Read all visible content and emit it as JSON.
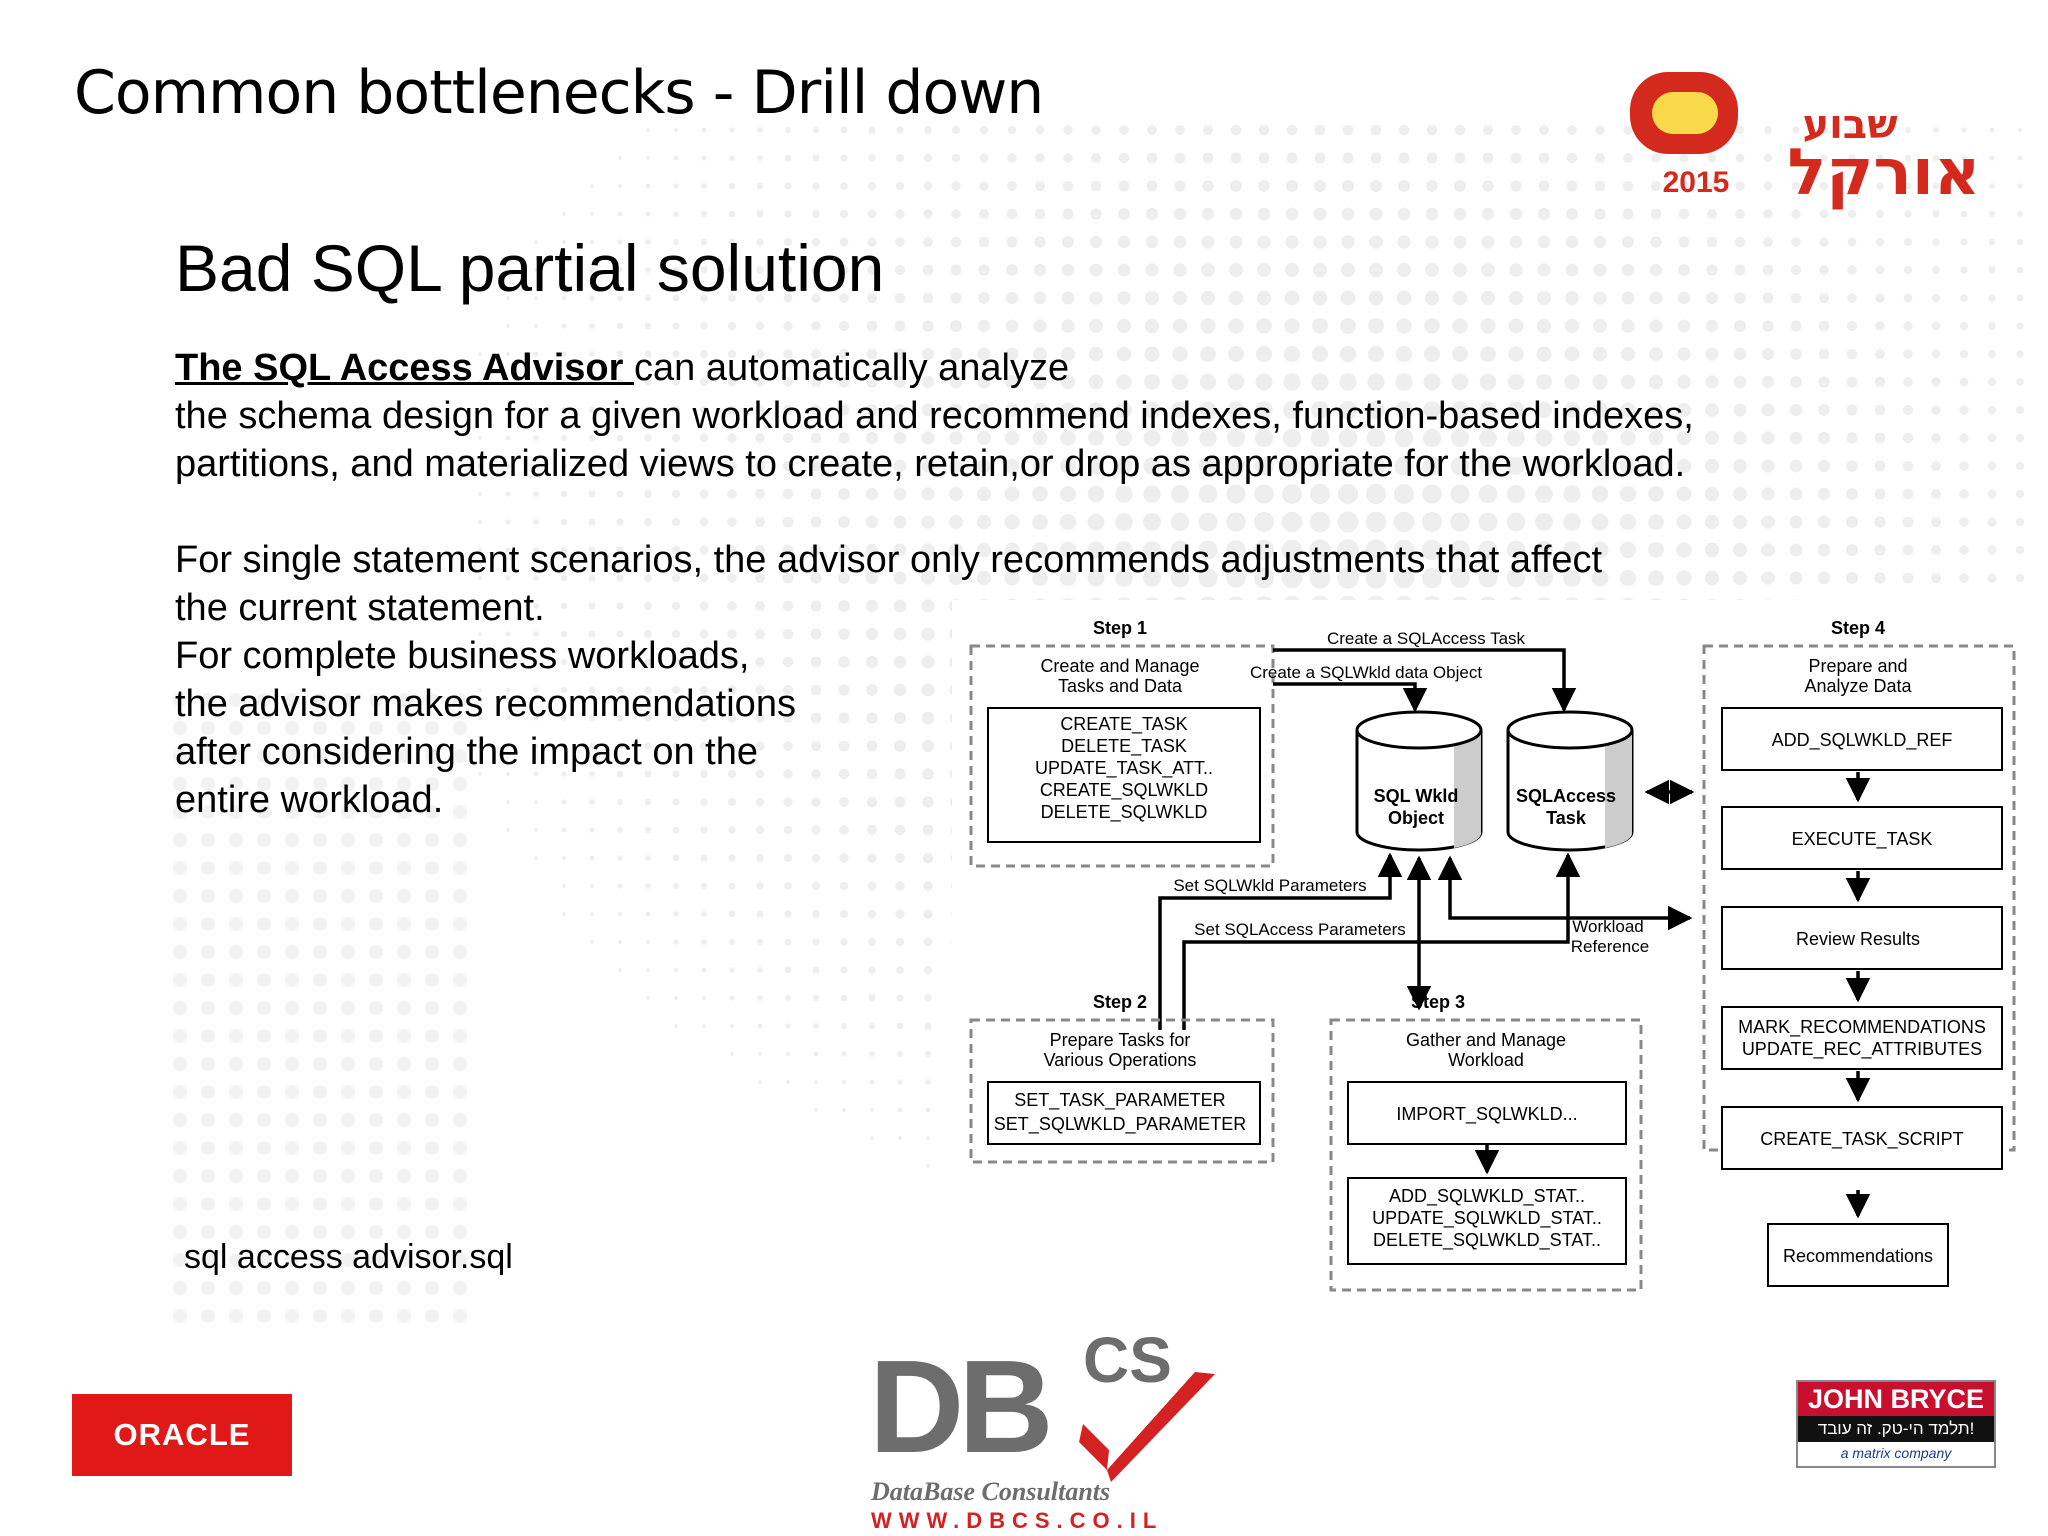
{
  "slide": {
    "title": "Common bottlenecks - Drill down",
    "subtitle": "Bad SQL partial solution",
    "paragraph1": {
      "lead": "The SQL Access Advisor ",
      "line1_rest": "can automatically analyze",
      "line2": "the schema design for a given workload and recommend indexes, function-based indexes,",
      "line3": "partitions, and materialized views to create, retain,or drop as appropriate for the workload."
    },
    "paragraph2": {
      "line1": "For single statement scenarios, the advisor only recommends adjustments that affect",
      "line2": "the current statement.",
      "line3": "For complete business workloads,",
      "line4": "the advisor makes recommendations",
      "line5": "after considering the impact on the",
      "line6": "entire workload."
    },
    "filename": "sql access advisor.sql"
  },
  "diagram": {
    "step1": {
      "label": "Step 1",
      "heading1": "Create and Manage",
      "heading2": "Tasks and Data",
      "items": [
        "CREATE_TASK",
        "DELETE_TASK",
        "UPDATE_TASK_ATT..",
        "CREATE_SQLWKLD",
        "DELETE_SQLWKLD"
      ]
    },
    "step2": {
      "label": "Step 2",
      "heading1": "Prepare Tasks for",
      "heading2": "Various Operations",
      "items": [
        "SET_TASK_PARAMETER",
        "SET_SQLWKLD_PARAMETER"
      ]
    },
    "step3": {
      "label": "Step 3",
      "heading1": "Gather and Manage",
      "heading2": "Workload",
      "box1": "IMPORT_SQLWKLD...",
      "box2": [
        "ADD_SQLWKLD_STAT..",
        "UPDATE_SQLWKLD_STAT..",
        "DELETE_SQLWKLD_STAT.."
      ]
    },
    "step4": {
      "label": "Step 4",
      "heading1": "Prepare and",
      "heading2": "Analyze Data",
      "box1": "ADD_SQLWKLD_REF",
      "box2": "EXECUTE_TASK",
      "box3": "Review Results",
      "box4": [
        "MARK_RECOMMENDATIONS",
        "UPDATE_REC_ATTRIBUTES"
      ],
      "box5": "CREATE_TASK_SCRIPT"
    },
    "recommendations": "Recommendations",
    "cyl1": [
      "SQL Wkld",
      "Object"
    ],
    "cyl2": [
      "SQLAccess",
      "Task"
    ],
    "arrows": {
      "create_task": "Create a SQLAccess Task",
      "create_obj": "Create a SQLWkld data Object",
      "set_wkld_params": "Set SQLWkld Parameters",
      "set_access_params": "Set SQLAccess Parameters",
      "workload_ref": [
        "Workload",
        "Reference"
      ]
    }
  },
  "logos": {
    "week_hebrew_top": "שבוע",
    "week_hebrew_main": "אורקל",
    "week_year": "2015",
    "oracle": "ORACLE",
    "dbcs_main": "DB",
    "dbcs_super": "CS",
    "dbcs_tagline": "DataBase Consultants",
    "dbcs_url": "WWW.DBCS.CO.IL",
    "jb_name": "JOHN BRYCE",
    "jb_hebrew": "תלמד הי-טק. זה עובד!",
    "jb_company": "a matrix company"
  },
  "colors": {
    "oracle_red": "#e01818",
    "week_red": "#d42a1e",
    "week_yellow": "#f7d94a",
    "dbcs_gray": "#6d6d6d",
    "dbcs_red": "#d42121",
    "jb_red": "#c8102e"
  }
}
